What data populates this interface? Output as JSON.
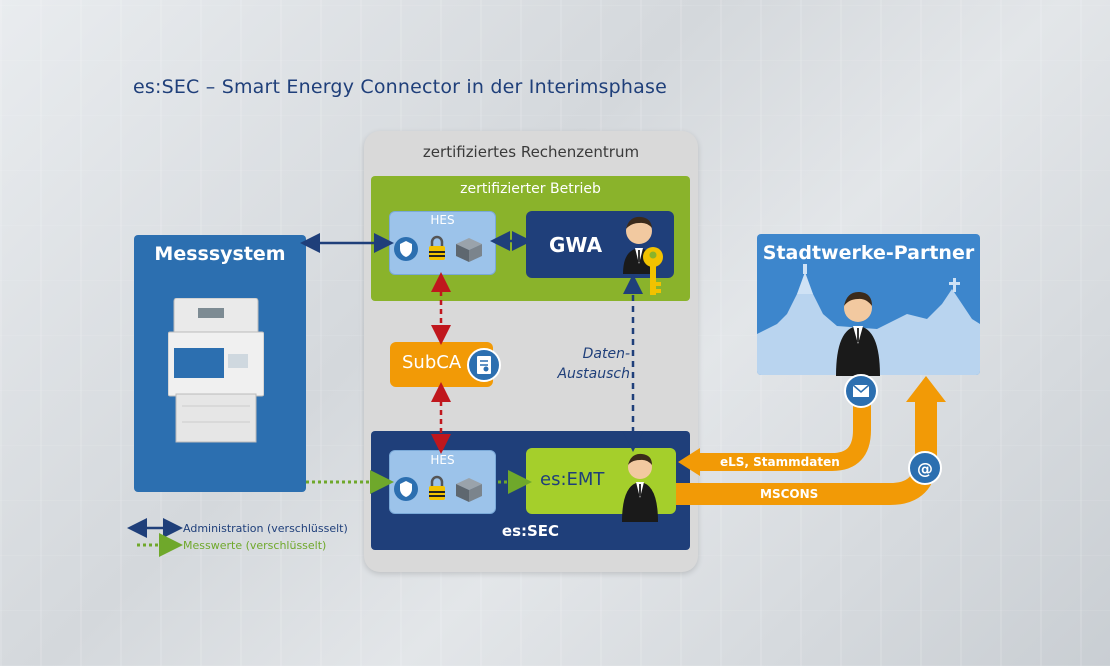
{
  "title": "es:SEC – Smart Energy Connector in der Interimsphase",
  "rechenzentrum": {
    "label": "zertifiziertes Rechenzentrum"
  },
  "betrieb": {
    "label": "zertifizierter Betrieb"
  },
  "hes_top": {
    "label": "HES"
  },
  "gwa": {
    "label": "GWA"
  },
  "subca": {
    "label": "SubCA"
  },
  "daten_austausch": {
    "line1": "Daten-",
    "line2": "Austausch"
  },
  "hes_bottom": {
    "label": "HES"
  },
  "emt": {
    "label": "es:EMT"
  },
  "essec": {
    "label": "es:SEC"
  },
  "messsystem": {
    "label": "Messsystem"
  },
  "stadtwerke": {
    "label": "Stadtwerke-Partner"
  },
  "flows": {
    "els": "eLS, Stammdaten",
    "mscons": "MSCONS"
  },
  "legend": {
    "administration": "Administration (verschlüsselt)",
    "messwerte": "Messwerte (verschlüsselt)"
  },
  "colors": {
    "navy": "#1f3f7a",
    "green": "#8ab32b",
    "lime": "#a5cf2b",
    "orange": "#f29a06",
    "blue": "#2c6fb0",
    "red_arrow": "#c0171d"
  },
  "icons": [
    "shield-icon",
    "lock-icon",
    "server-icon",
    "key-icon",
    "certificate-icon",
    "envelope-icon",
    "at-icon"
  ]
}
